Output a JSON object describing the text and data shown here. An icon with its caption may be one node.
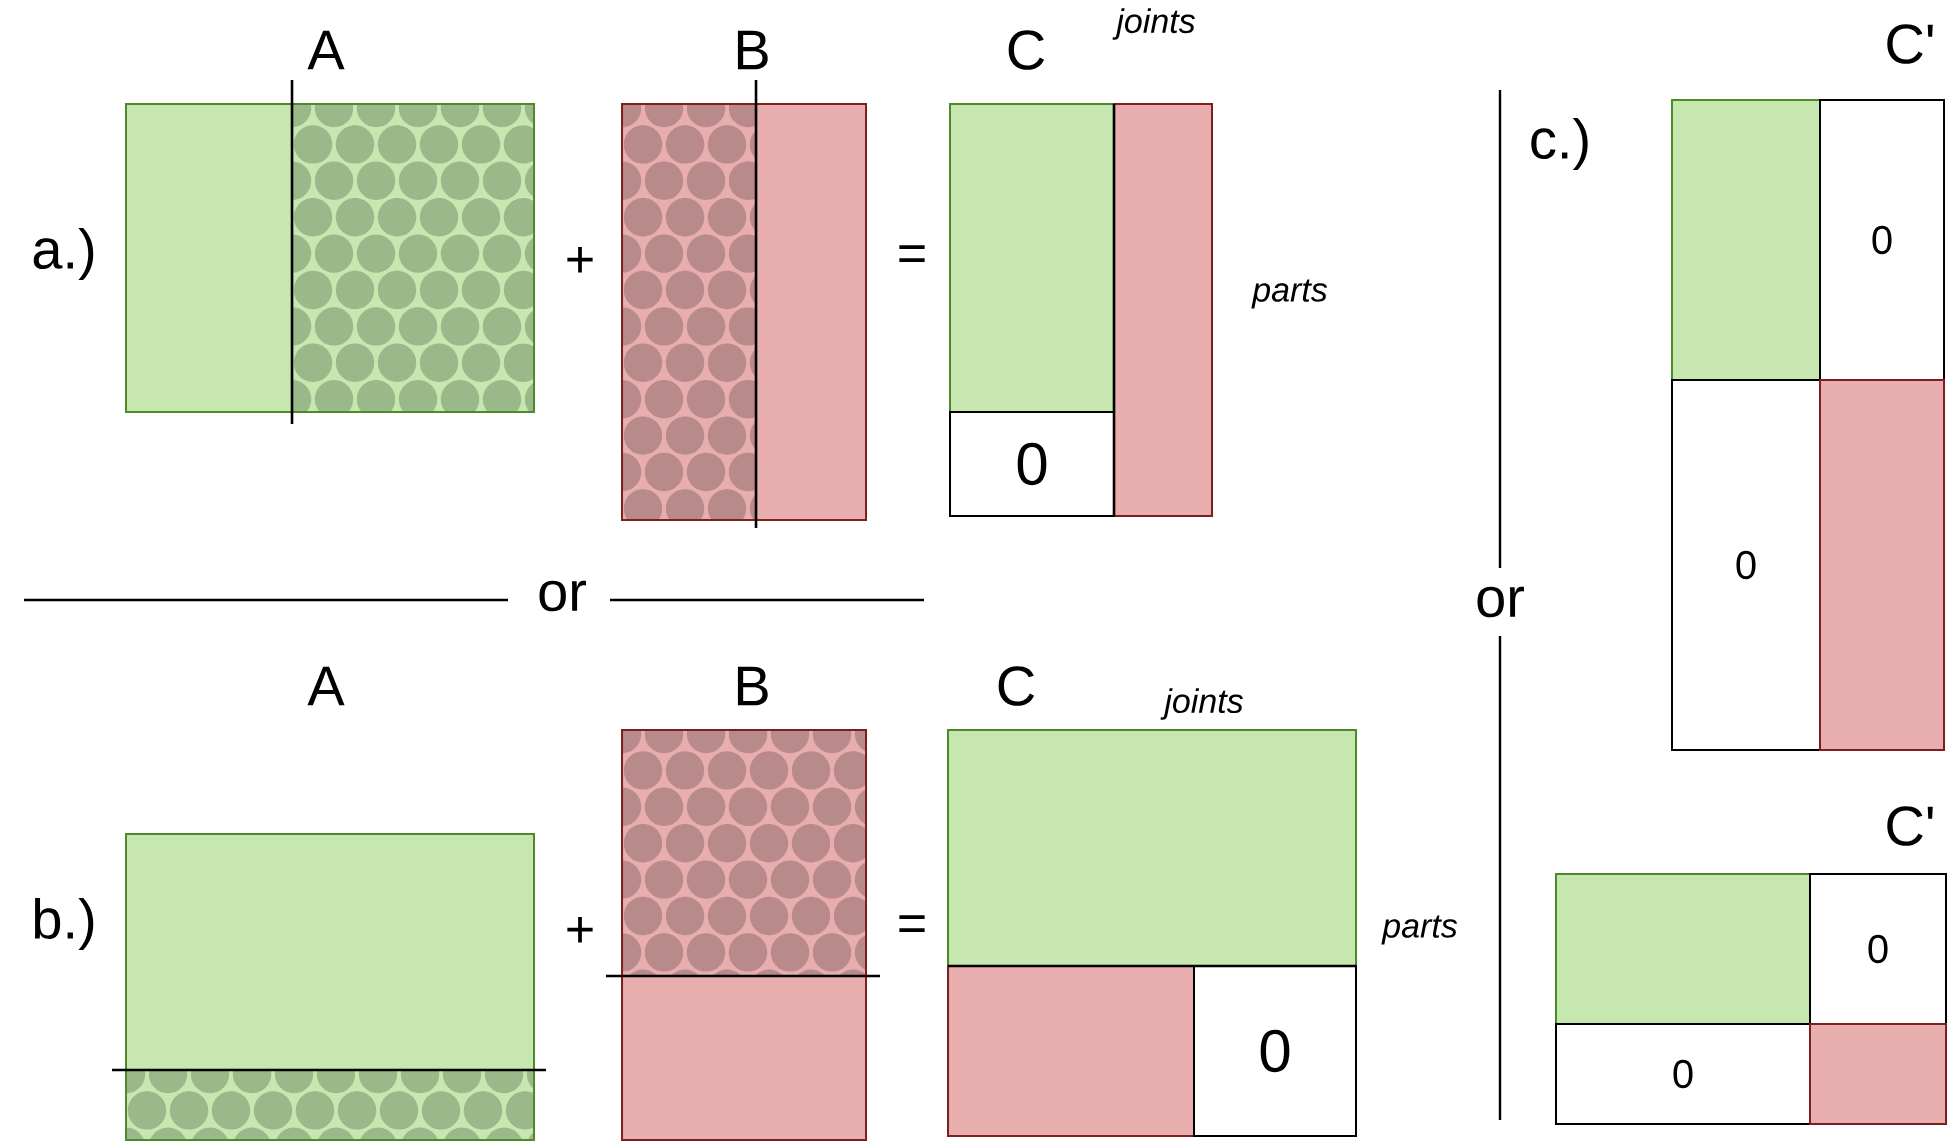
{
  "diagram": {
    "nodes": [
      {
        "text": [],
        "shape": "box"
      },
      {
        "text": [],
        "shape": "box"
      },
      {
        "text": [],
        "shape": "box"
      },
      {
        "text": [],
        "shape": "box"
      },
      {
        "text": [],
        "shape": "box"
      },
      {
        "text": [],
        "shape": "box"
      },
      {
        "text": [
          "0"
        ]
      },
      {
        "text": [],
        "shape": "box"
      },
      {
        "text": [
          "0"
        ]
      },
      {
        "text": [
          "0"
        ]
      },
      {
        "text": [],
        "shape": "box"
      },
      {
        "text": [],
        "shape": "box"
      },
      {
        "text": [],
        "shape": "box"
      },
      {
        "text": [],
        "shape": "box"
      },
      {
        "text": [],
        "shape": "box"
      },
      {
        "text": [],
        "shape": "box"
      },
      {
        "text": [],
        "shape": "box"
      },
      {
        "text": [
          "0"
        ]
      },
      {
        "text": [],
        "shape": "box"
      },
      {
        "text": [
          "0"
        ]
      },
      {
        "text": [
          "0"
        ]
      },
      {
        "text": [],
        "shape": "box"
      }
    ],
    "labels": [
      "A",
      "B",
      "C",
      "joints",
      "C'",
      "c.)",
      "a.)",
      "+",
      "=",
      "parts",
      "or",
      "or",
      "A",
      "B",
      "C",
      "joints",
      "C'",
      "b.)",
      "+",
      "=",
      "parts"
    ]
  }
}
